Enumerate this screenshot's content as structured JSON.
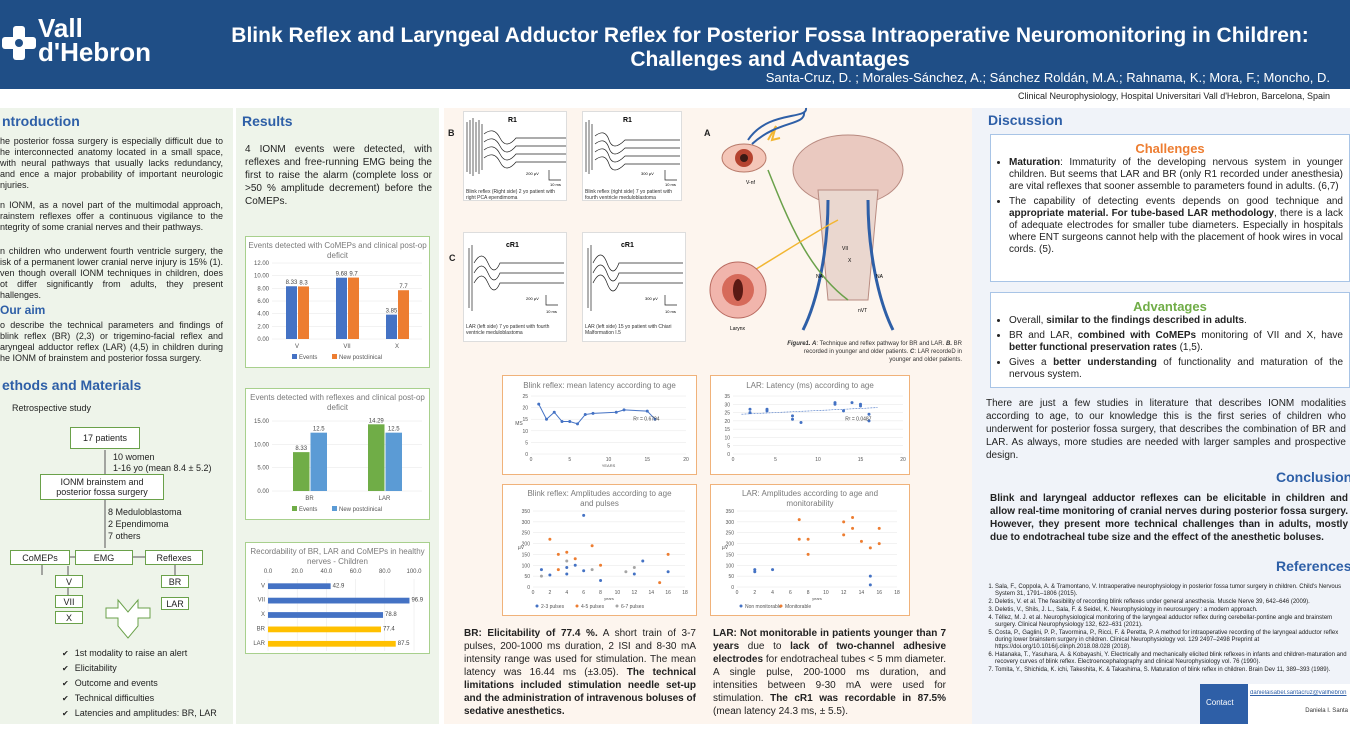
{
  "header": {
    "logo_line1": "Vall",
    "logo_line2": "d'Hebron",
    "title_line1": "Blink Reflex and Laryngeal Adductor Reflex for Posterior Fossa Intraoperative Neuromonitoring in Children:",
    "title_line2": "Challenges and Advantages",
    "authors": "Santa-Cruz, D. ; Morales-Sánchez, A.; Sánchez Roldán, M.A.; Rahnama, K.; Mora, F.; Moncho, D.",
    "affiliation": "Clinical Neurophysiology, Hospital Universitari Vall d'Hebron, Barcelona, Spain"
  },
  "intro": {
    "heading": "ntroduction",
    "p1": "he posterior fossa surgery is especially difficult  due to he interconnected anatomy located in a small space, with neural pathways that usually lacks redundancy, and ence a major probability of important neurologic njuries.",
    "p2": "n IONM, as a novel part of the multimodal approach, rainstem reflexes offer a continuous vigilance to the ntegrity of some cranial nerves and their pathways.",
    "p3": "n children who underwent fourth ventricle surgery,  the isk of a permanent lower cranial nerve injury is 15% (1). ven though overall IONM techniques in children, does ot  differ  significantly  from  adults,  they  present hallenges.",
    "aim_heading": "Our aim",
    "aim": "o describe the technical parameters and findings of blink reflex (BR) (2,3) or trigemino-facial reflex and aryngeal adductor reflex (LAR) (4,5) in children during he IONM of brainstem and posterior fossa surgery."
  },
  "methods": {
    "heading": "ethods and Materials",
    "retro": "Retrospective study",
    "patients": "17 patients",
    "demo1": "10 women",
    "demo2": "1-16 yo (mean 8.4 ± 5.2)",
    "ionm_l1": "IONM brainstem and",
    "ionm_l2": "posterior fossa surgery",
    "dx1": "8 Meduloblastoma",
    "dx2": "2 Ependimoma",
    "dx3": "7 others",
    "comeps": "CoMEPs",
    "emg": "EMG",
    "reflexes": "Reflexes",
    "v": "V",
    "vii": "VII",
    "x": "X",
    "br": "BR",
    "lar": "LAR",
    "checks": [
      "1st modality to raise an alert",
      "Elicitability",
      "Outcome and events",
      "Technical difficulties",
      "Latencies and amplitudes: BR, LAR"
    ]
  },
  "results": {
    "heading": "Results",
    "text": "4  IONM  events  were  detected,  with reflexes  and  free-running  EMG  being the  first  to  raise  the  alarm  (complete loss  or  >50 %  amplitude  decrement) before the CoMEPs."
  },
  "chart_data": [
    {
      "type": "bar",
      "title": "Events detected with CoMEPs and clinical post-op deficit",
      "categories": [
        "V",
        "VII",
        "X"
      ],
      "series": [
        {
          "name": "Events",
          "values": [
            8.33,
            9.68,
            3.85
          ],
          "color": "#4472c4"
        },
        {
          "name": "New postclinical",
          "values": [
            8.3,
            9.7,
            7.7
          ],
          "color": "#ed7d31"
        }
      ],
      "ylim": [
        0,
        12
      ],
      "yticks": [
        "0.00",
        "2.00",
        "4.00",
        "6.00",
        "8.00",
        "10.00",
        "12.00"
      ],
      "labels": [
        [
          "8.33",
          "9.68",
          "3.85"
        ],
        [
          "8.3",
          "9.7",
          "7.7"
        ]
      ],
      "legend": "bottom"
    },
    {
      "type": "bar",
      "title": "Events detected with reflexes and clinical post-op deficit",
      "categories": [
        "BR",
        "LAR"
      ],
      "series": [
        {
          "name": "Events",
          "values": [
            8.33,
            14.29
          ],
          "color": "#70ad47"
        },
        {
          "name": "New postclinical",
          "values": [
            12.5,
            12.5
          ],
          "color": "#5b9bd5"
        }
      ],
      "ylim": [
        0,
        15
      ],
      "yticks": [
        "0.00",
        "5.00",
        "10.00",
        "15.00"
      ],
      "labels": [
        [
          "8.33",
          "14.29"
        ],
        [
          "12.5",
          "12.5"
        ]
      ],
      "legend": "bottom"
    },
    {
      "type": "bar",
      "orientation": "horizontal",
      "title": "Recordability of BR, LAR and CoMEPs in healthy nerves - Children",
      "categories": [
        "V",
        "VII",
        "X",
        "BR",
        "LAR"
      ],
      "values": [
        42.9,
        96.9,
        78.8,
        77.4,
        87.5
      ],
      "colors": [
        "#4472c4",
        "#4472c4",
        "#4472c4",
        "#ffc000",
        "#ffc000"
      ],
      "xlim": [
        0,
        100
      ],
      "xticks": [
        "0.0",
        "20.0",
        "40.0",
        "60.0",
        "80.0",
        "100.0"
      ]
    },
    {
      "type": "line",
      "title": "Blink reflex: mean latency according to age",
      "x": [
        1,
        2,
        3,
        4,
        5,
        6,
        7,
        8,
        11,
        12,
        15,
        16
      ],
      "y": [
        21.5,
        15,
        18,
        14,
        14,
        13,
        17,
        17.5,
        18,
        19,
        18.5,
        15
      ],
      "xlim": [
        0,
        20
      ],
      "ylim": [
        0,
        25
      ],
      "xticks": [
        "0",
        "5",
        "10",
        "15",
        "20"
      ],
      "yticks": [
        "0",
        "5",
        "10",
        "15",
        "20",
        "25"
      ],
      "xlabel": "YEARS",
      "ylabel": "MS",
      "annotation": "R² = 0.6794"
    },
    {
      "type": "scatter",
      "title": "LAR: Latency (ms) according to age",
      "x": [
        2,
        2,
        4,
        4,
        7,
        7,
        8,
        12,
        12,
        13,
        14,
        15,
        15,
        16,
        16
      ],
      "y": [
        27,
        25,
        26,
        27,
        23,
        21,
        19,
        31,
        30,
        26,
        31,
        30,
        29,
        24,
        20
      ],
      "xlim": [
        0,
        20
      ],
      "ylim": [
        0,
        35
      ],
      "xticks": [
        "0",
        "5",
        "10",
        "15",
        "20"
      ],
      "yticks": [
        "0",
        "5",
        "10",
        "15",
        "20",
        "25",
        "30",
        "35"
      ],
      "annotation": "R² = 0.0487"
    },
    {
      "type": "scatter",
      "title": "Blink reflex: Amplitudes according to age and pulses",
      "series": [
        {
          "name": "2-3 pulses",
          "color": "#4472c4",
          "x": [
            1,
            2,
            4,
            4,
            5,
            6,
            6,
            8,
            12,
            13,
            16
          ],
          "y": [
            80,
            55,
            90,
            60,
            100,
            330,
            75,
            30,
            60,
            120,
            70
          ]
        },
        {
          "name": "4-5 pulses",
          "color": "#ed7d31",
          "x": [
            2,
            3,
            3,
            4,
            5,
            7,
            8,
            15,
            16
          ],
          "y": [
            220,
            150,
            80,
            160,
            130,
            190,
            100,
            20,
            150
          ]
        },
        {
          "name": "6-7 pulses",
          "color": "#a5a5a5",
          "x": [
            1,
            4,
            7,
            11,
            12
          ],
          "y": [
            50,
            120,
            80,
            70,
            90
          ]
        }
      ],
      "xlim": [
        0,
        18
      ],
      "ylim": [
        0,
        350
      ],
      "xticks": [
        "0",
        "2",
        "4",
        "6",
        "8",
        "10",
        "12",
        "14",
        "16",
        "18"
      ],
      "yticks": [
        "0",
        "50",
        "100",
        "150",
        "200",
        "250",
        "300",
        "350"
      ],
      "xlabel": "years",
      "ylabel": "µV",
      "legend": "bottom"
    },
    {
      "type": "scatter",
      "title": "LAR: Amplitudes according to age and monitorability",
      "series": [
        {
          "name": "Non monitorable",
          "color": "#4472c4",
          "x": [
            2,
            2,
            4,
            15,
            15
          ],
          "y": [
            80,
            70,
            80,
            10,
            50
          ]
        },
        {
          "name": "Monitorable",
          "color": "#ed7d31",
          "x": [
            7,
            7,
            8,
            8,
            12,
            12,
            13,
            13,
            14,
            15,
            16,
            16
          ],
          "y": [
            310,
            220,
            220,
            150,
            300,
            240,
            320,
            270,
            210,
            180,
            270,
            200
          ]
        }
      ],
      "xlim": [
        0,
        18
      ],
      "ylim": [
        0,
        350
      ],
      "xticks": [
        "0",
        "2",
        "4",
        "6",
        "8",
        "10",
        "12",
        "14",
        "16",
        "18"
      ],
      "yticks": [
        "0",
        "50",
        "100",
        "150",
        "200",
        "250",
        "300",
        "350"
      ],
      "xlabel": "years",
      "ylabel": "µV",
      "legend": "bottom"
    }
  ],
  "figure": {
    "label_a": "A",
    "label_b": "B",
    "label_c": "C",
    "r1": "R1",
    "cr1": "cR1",
    "cap_b1": "Blink reflex (Right side) 2 yo patient with right PCA ependimoma",
    "cap_b2": "Blink reflex (right side) 7 yo patient with fourth ventricle meduloblastoma",
    "cap_c1": "LAR (left side) 7 yo patient with fourth ventricle meduloblastoma",
    "cap_c2": "LAR (left side) 15 yo patient with Chiari Malformation I.5",
    "scale1": "200 µV",
    "scale2": "300 µV",
    "scale_ms": "10 ms",
    "larynx": "Larynx",
    "lbl_vn": "V-nf",
    "lbl_vii": "VII",
    "lbl_x": "X",
    "lbl_na": "NA",
    "lbl_nvt": "nVT",
    "cap_a1": "Figure1. A",
    "cap_a2": ": Technique and reflex pathway for BR and LAR.",
    "cap_a3": "B.",
    "cap_a4": " BR recorded in younger and older patients. ",
    "cap_a5": "C",
    "cap_a6": ": LAR recordeD in younger and older patients."
  },
  "br_text": {
    "p1": "BR: Elicitability of 77.4 %.",
    "p2": " A short train of 3-7 pulses, 200-1000 ms duration, 2 ISI and 8-30 mA intensity range was used for stimulation. The mean latency was 16.44 ms (±3.05). ",
    "p3": "The technical limitations included stimulation needle set-up and the administration of intravenous boluses of sedative anesthetics."
  },
  "lar_text": {
    "p1": "LAR: Not monitorable in patients younger than 7 years",
    "p2": " due to ",
    "p3": "lack of two-channel adhesive electrodes",
    "p4": " for endotracheal tubes < 5 mm diameter. A single pulse, 200-1000 ms duration, and intensities between 9-30 mA were used for stimulation. ",
    "p5": "The cR1 was recordable in 87.5%",
    "p6": " (mean latency 24.3 ms, ± 5.5)."
  },
  "discussion": {
    "heading": "Discussion",
    "challenges_heading": "Challenges",
    "c1_b": "Maturation",
    "c1": ": Immaturity of the developing nervous system in younger children. But seems that LAR and BR (only R1 recorded under anesthesia) are vital reflexes that sooner assemble to parameters found in adults. (6,7)",
    "c2": "The capability of detecting events depends on good technique and ",
    "c2_b": "appropriate material. For tube-based LAR methodology",
    "c2_e": ", there is a lack of adequate electrodes for smaller tube diameters. Especially in hospitals where ENT surgeons cannot help with the placement of hook wires in vocal cords. (5).",
    "advantages_heading": "Advantages",
    "a1": "Overall, ",
    "a1_b": "similar to the findings described in adults",
    "a1_e": ".",
    "a2": "BR and LAR, ",
    "a2_b": "combined with CoMEPs",
    "a2_m": " monitoring of VII and X, have ",
    "a2_b2": "better functional preservation rates",
    "a2_e": " (1,5).",
    "a3": "Gives a ",
    "a3_b": "better understanding",
    "a3_e": " of functionality and maturation of the nervous system.",
    "para": "There are just a few studies in literature that describes IONM modalities according to age, to our knowledge this is the first series of children who underwent for posterior fossa surgery, that describes the combination of BR and LAR. As always, more studies are needed with larger samples and prospective design."
  },
  "conclusion": {
    "heading": "Conclusion",
    "text": "Blink and laryngeal adductor reflexes can be elicitable in children and allow real-time monitoring of cranial nerves during posterior fossa surgery. However, they present more technical challenges than in adults, mostly due to endotracheal tube size and the effect of the anesthetic boluses."
  },
  "references": {
    "heading": "References",
    "items": [
      "Sala, F., Coppola, A. & Tramontano, V. Intraoperative neurophysiology in posterior fossa tumor surgery in children. Child's Nervous System 31, 1791–1806 (2015).",
      "Deletis, V. et al. The feasibility of recording blink reflexes under general anesthesia. Muscle Nerve 39, 642–646 (2009).",
      "Deletis, V., Shils, J. L., Sala, F. & Seidel, K. Neurophysiology in neurosurgery : a modern approach.",
      "Téllez, M. J. et al. Neurophysiological monitoring of the laryngeal adductor reflex during cerebellar-pontine angle and brainstem surgery. Clinical Neurophysiology 132, 622–631 (2021).",
      "Costa, P., Gaglini, P. P., Tavormina, P., Ricci, F. & Peretta, P. A method for intraoperative recording of the laryngeal adductor reflex during lower brainstem surgery in children. Clinical Neurophysiology vol. 129 2497–2498 Preprint at https://doi.org/10.1016/j.clinph.2018.08.028 (2018).",
      "Hatanaka, T., Yasuhara, A. & Kobayashi, Y. Electrically and mechanically elicited blink reflexes in infants and children-maturation and recovery curves of blink reflex. Electroencephalography and clinical Neurophysiology vol. 76 (1990).",
      "Tomita, Y., Shichida, K. ichi, Takeshita, K. & Takashima, S. Maturation of blink reflex in children. Brain Dev 11, 389–393 (1989)."
    ]
  },
  "contact": {
    "label": "Contact",
    "email": "danielaisabel.santacruz@vallhebron",
    "name": "Daniela I. Santa"
  }
}
